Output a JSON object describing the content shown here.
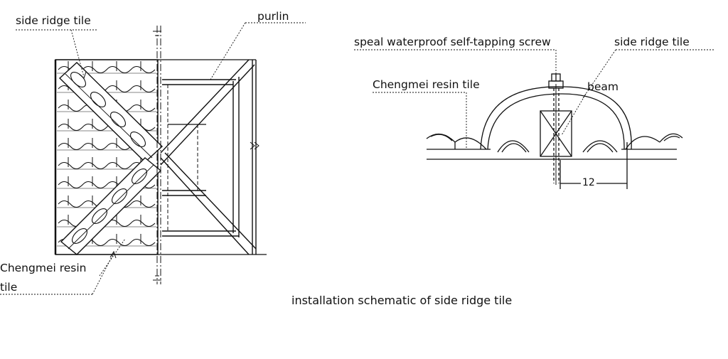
{
  "left_view": {
    "label_side_ridge_tile": "side ridge tile",
    "label_purlin": "purlin",
    "label_resin_tile_line1": "Chengmei resin",
    "label_resin_tile_line2": "tile"
  },
  "right_view": {
    "label_screw": "speal waterproof self-tapping screw",
    "label_side_ridge_tile": "side ridge tile",
    "label_resin_tile": "Chengmei resin tile",
    "label_beam": "beam",
    "dimension": "12"
  },
  "caption": "installation schematic of side ridge tile",
  "colors": {
    "ink": "#111111",
    "paper": "#ffffff"
  }
}
